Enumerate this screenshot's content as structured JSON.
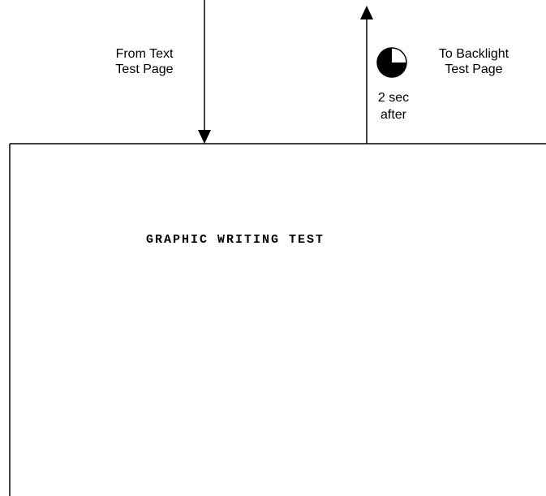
{
  "incoming": {
    "line1": "From Text",
    "line2": "Test Page"
  },
  "outgoing": {
    "line1": "To Backlight",
    "line2": "Test Page"
  },
  "timer": {
    "icon": "quarter-clock-icon",
    "line1": "2 sec",
    "line2": "after",
    "fill_fraction": 0.75
  },
  "screen": {
    "title": "GRAPHIC WRITING TEST"
  },
  "colors": {
    "ink": "#000000",
    "background": "#ffffff"
  }
}
